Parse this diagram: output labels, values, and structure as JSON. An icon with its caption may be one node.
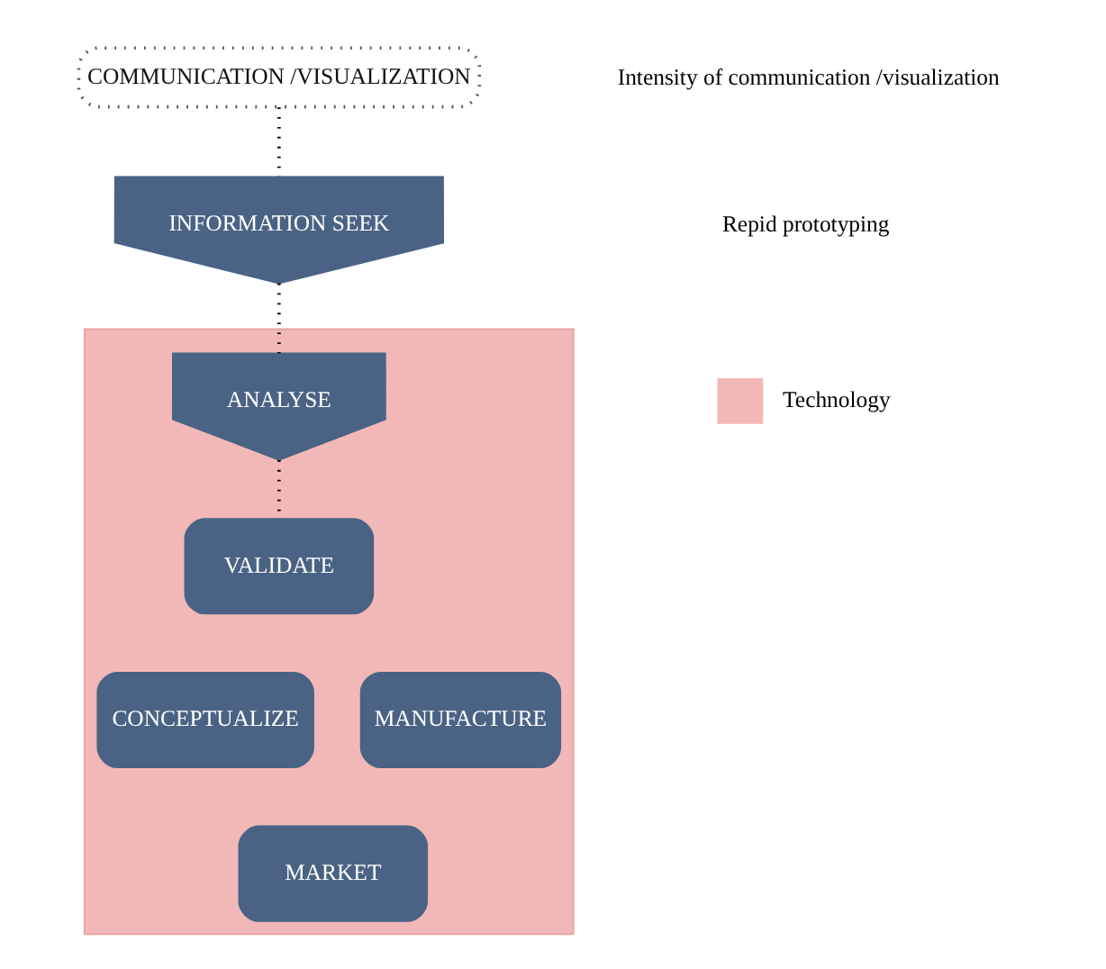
{
  "diagram": {
    "nodes": [
      {
        "text": [
          "COMMUNICATION /VISUALIZATION"
        ]
      },
      {
        "text": [
          "INFORMATION SEEK"
        ]
      },
      {
        "text": [],
        "shape": "box"
      },
      {
        "text": [
          "ANALYSE"
        ],
        "in": 2
      },
      {
        "text": [
          "VALIDATE"
        ],
        "in": 2
      },
      {
        "text": [
          "CONCEPTUALIZE"
        ],
        "in": 2
      },
      {
        "text": [
          "MANUFACTURE"
        ],
        "in": 2
      },
      {
        "text": [
          "MARKET"
        ],
        "in": 2
      }
    ],
    "edges": [
      {
        "from": 0,
        "to": 1,
        "arrow": "none",
        "style": "dashed"
      },
      {
        "from": 1,
        "to": 3,
        "arrow": "none",
        "style": "dashed"
      },
      {
        "from": 3,
        "to": 4,
        "arrow": "none",
        "style": "dashed"
      }
    ],
    "legend": [
      {
        "text": "Intensity of communication /visualization"
      },
      {
        "text": "Repid prototyping"
      },
      {
        "text": "Technology",
        "color": "#f2b8b8"
      }
    ]
  }
}
